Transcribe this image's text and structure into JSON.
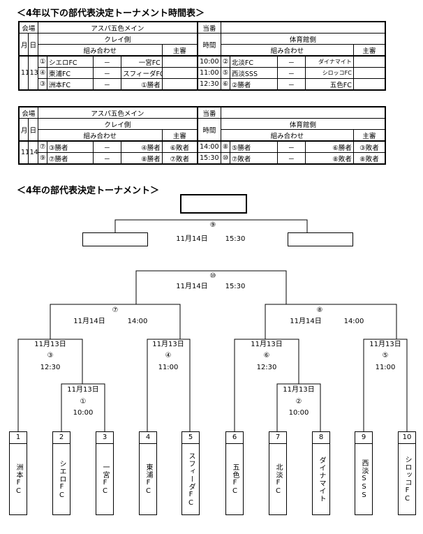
{
  "title1": "＜4年以下の部代表決定トーナメント時間表＞",
  "title2": "＜4年の部代表決定トーナメント＞",
  "table1": {
    "venue_label": "会場",
    "venue": "アスパ五色メイン",
    "duty_label": "当番",
    "duty": "",
    "month_label": "月",
    "day_label": "日",
    "clay_label": "クレイ側",
    "gym_label": "体育館側",
    "time_label": "時間",
    "match_label": "組み合わせ",
    "ref_label": "主審",
    "month": "11",
    "day": "13",
    "rows": [
      {
        "ln": "①",
        "lt1": "シエロFC",
        "ld": "－",
        "lt2": "一宮FC",
        "lref": "",
        "time": "10:00",
        "rn": "②",
        "rt1": "北淡FC",
        "rd": "－",
        "rt2": "ダイナマイト",
        "rref": ""
      },
      {
        "ln": "④",
        "lt1": "東浦FC",
        "ld": "－",
        "lt2": "スフィーダFC",
        "lref": "",
        "time": "11:00",
        "rn": "⑤",
        "rt1": "西淡SSS",
        "rd": "－",
        "rt2": "シロッコFC",
        "rref": ""
      },
      {
        "ln": "③",
        "lt1": "洲本FC",
        "ld": "－",
        "lt2": "①勝者",
        "lref": "",
        "time": "12:30",
        "rn": "⑥",
        "rt1": "②勝者",
        "rd": "－",
        "rt2": "五色FC",
        "rref": ""
      }
    ]
  },
  "table2": {
    "venue_label": "会場",
    "venue": "アスパ五色メイン",
    "duty_label": "当番",
    "duty": "",
    "month_label": "月",
    "day_label": "日",
    "clay_label": "クレイ側",
    "gym_label": "体育館側",
    "time_label": "時間",
    "match_label": "組み合わせ",
    "ref_label": "主審",
    "month": "11",
    "day": "14",
    "rows": [
      {
        "ln": "⑦",
        "lt1": "③勝者",
        "ld": "－",
        "lt2": "④勝者",
        "lref": "⑥敗者",
        "time": "14:00",
        "rn": "⑧",
        "rt1": "⑤勝者",
        "rd": "－",
        "rt2": "⑥勝者",
        "rref": "③敗者"
      },
      {
        "ln": "⑨",
        "lt1": "⑦勝者",
        "ld": "－",
        "lt2": "⑧勝者",
        "lref": "⑦敗者",
        "time": "15:30",
        "rn": "⑩",
        "rt1": "⑦敗者",
        "rd": "－",
        "rt2": "⑧敗者",
        "rref": "⑧敗者"
      }
    ]
  },
  "bracket": {
    "m9": {
      "num": "⑨",
      "date": "11月14日",
      "time": "15:30"
    },
    "m10": {
      "num": "⑩",
      "date": "11月14日",
      "time": "15:30"
    },
    "m7": {
      "num": "⑦",
      "date": "11月14日",
      "time": "14:00"
    },
    "m8": {
      "num": "⑧",
      "date": "11月14日",
      "time": "14:00"
    },
    "m3": {
      "date": "11月13日",
      "num": "③",
      "time": "12:30"
    },
    "m4": {
      "date": "11月13日",
      "num": "④",
      "time": "11:00"
    },
    "m6": {
      "date": "11月13日",
      "num": "⑥",
      "time": "12:30"
    },
    "m5": {
      "date": "11月13日",
      "num": "⑤",
      "time": "11:00"
    },
    "m1": {
      "date": "11月13日",
      "num": "①",
      "time": "10:00"
    },
    "m2": {
      "date": "11月13日",
      "num": "②",
      "time": "10:00"
    },
    "teams": [
      {
        "num": "1",
        "name": "洲本FC"
      },
      {
        "num": "2",
        "name": "シエロFC"
      },
      {
        "num": "3",
        "name": "一宮FC"
      },
      {
        "num": "4",
        "name": "東浦FC"
      },
      {
        "num": "5",
        "name": "スフィーダFC"
      },
      {
        "num": "6",
        "name": "五色FC"
      },
      {
        "num": "7",
        "name": "北淡FC"
      },
      {
        "num": "8",
        "name": "ダイナマイト"
      },
      {
        "num": "9",
        "name": "西淡SSS"
      },
      {
        "num": "10",
        "name": "シロッコFC"
      }
    ]
  }
}
